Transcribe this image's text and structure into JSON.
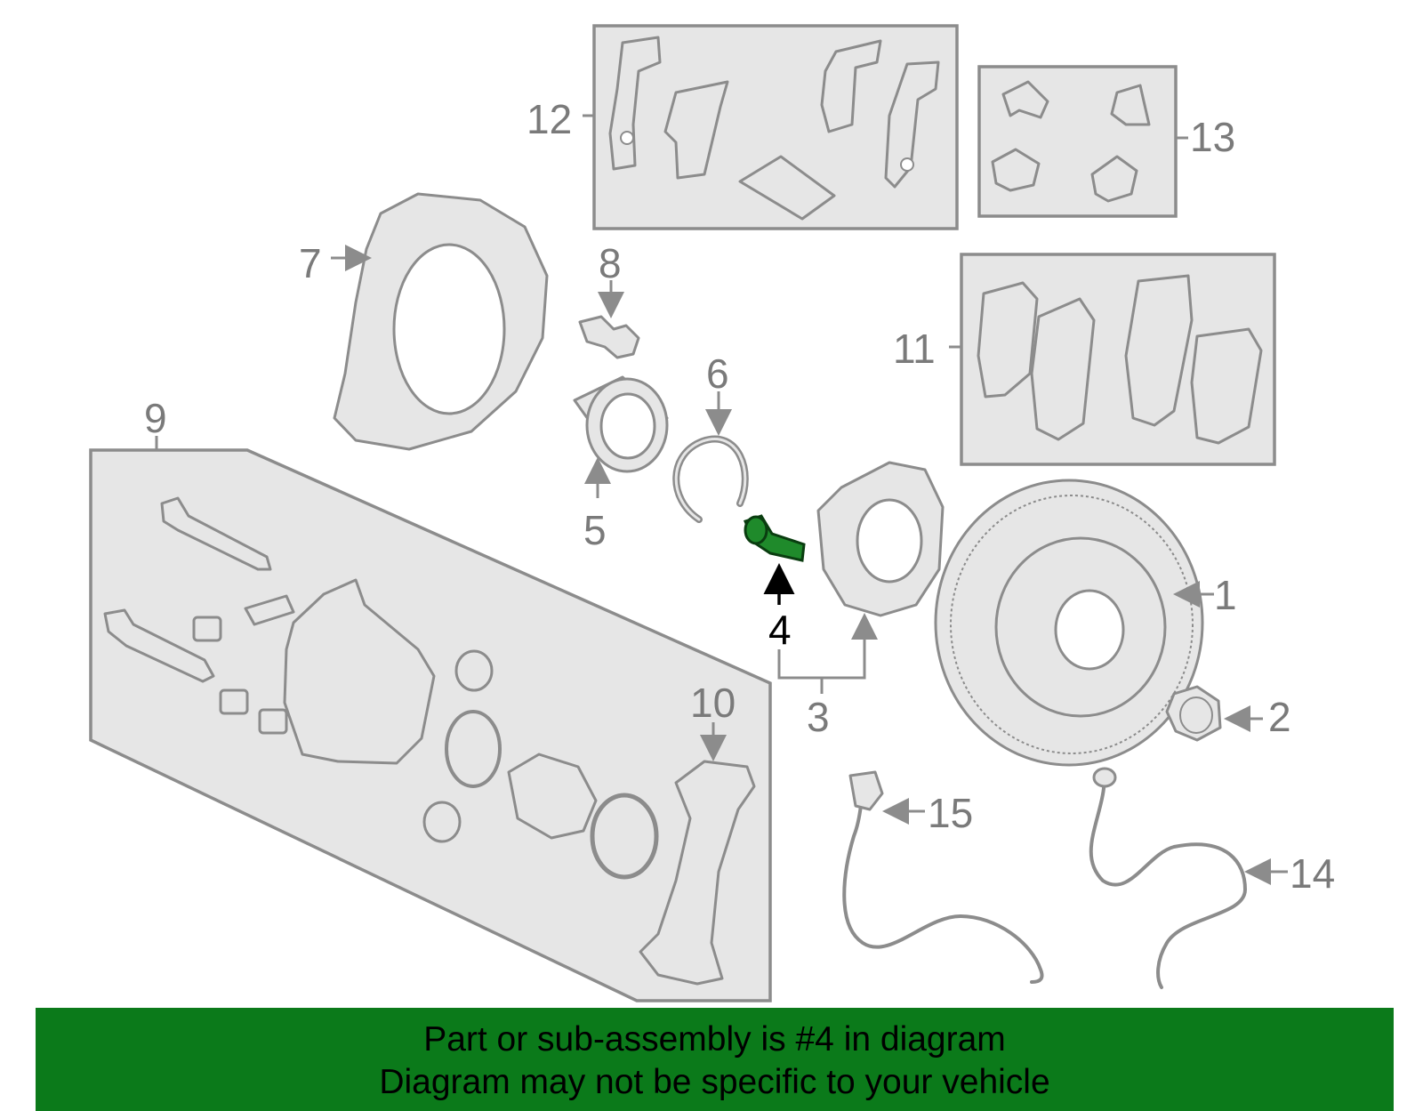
{
  "diagram": {
    "callouts": {
      "c1": "1",
      "c2": "2",
      "c3": "3",
      "c4": "4",
      "c5": "5",
      "c6": "6",
      "c7": "7",
      "c8": "8",
      "c9": "9",
      "c10": "10",
      "c11": "11",
      "c12": "12",
      "c13": "13",
      "c14": "14",
      "c15": "15"
    },
    "highlighted_part": "4",
    "colors": {
      "part_fill": "#e6e6e6",
      "part_stroke": "#8c8c8c",
      "highlight_fill": "#1f8a2b",
      "banner": "#0b7a1a"
    }
  },
  "banner": {
    "line1": "Part or sub-assembly is #4 in diagram",
    "line2": "Diagram may not be specific to your vehicle"
  }
}
